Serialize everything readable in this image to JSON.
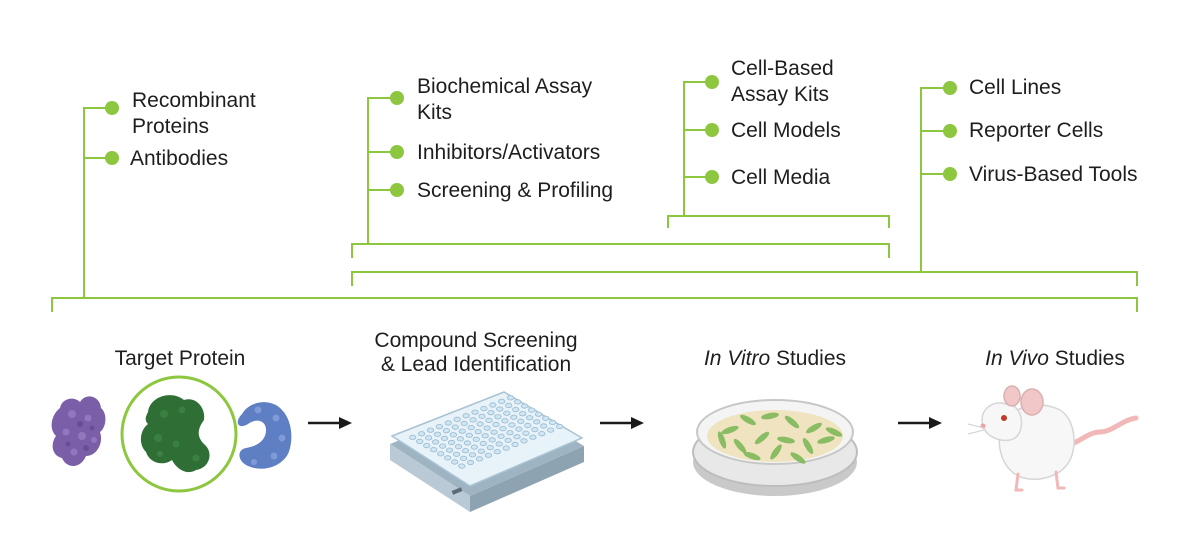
{
  "groups": [
    {
      "id": "target-protein",
      "items": [
        "Recombinant Proteins",
        "Antibodies"
      ]
    },
    {
      "id": "compound-screening",
      "items": [
        "Biochemical Assay Kits",
        "Inhibitors/Activators",
        "Screening & Profiling"
      ]
    },
    {
      "id": "in-vitro",
      "items": [
        "Cell-Based Assay Kits",
        "Cell Models",
        "Cell Media"
      ]
    },
    {
      "id": "in-vivo",
      "items": [
        "Cell Lines",
        "Reporter Cells",
        "Virus-Based Tools"
      ]
    }
  ],
  "labels": {
    "g1_1a": "Recombinant",
    "g1_1b": "Proteins",
    "g1_2": "Antibodies",
    "g2_1a": "Biochemical Assay",
    "g2_1b": "Kits",
    "g2_2": "Inhibitors/Activators",
    "g2_3": "Screening & Profiling",
    "g3_1a": "Cell-Based",
    "g3_1b": "Assay Kits",
    "g3_2": "Cell Models",
    "g3_3": "Cell Media",
    "g4_1": "Cell Lines",
    "g4_2": "Reporter Cells",
    "g4_3": "Virus-Based Tools"
  },
  "stages": {
    "target_protein": "Target Protein",
    "compound_line1": "Compound Screening",
    "compound_line2": "& Lead Identification",
    "in_vitro_italic": "In Vitro",
    "in_vitro_rest": " Studies",
    "in_vivo_italic": "In Vivo",
    "in_vivo_rest": " Studies"
  },
  "colors": {
    "accent_green": "#8dc63f",
    "arrow": "#1a1a1a",
    "protein_purple": "#7b5ea8",
    "protein_green": "#2f6e35",
    "protein_blue": "#5f7fc4",
    "plate_blue": "#cfe6f3",
    "dish_tan": "#efe3c0",
    "cell_green": "#7fb85a",
    "mouse_pink": "#f2b8b8"
  },
  "icons": [
    "purple-protein-icon",
    "green-protein-icon",
    "blue-protein-icon",
    "well-plate-icon",
    "petri-dish-icon",
    "mouse-icon"
  ]
}
